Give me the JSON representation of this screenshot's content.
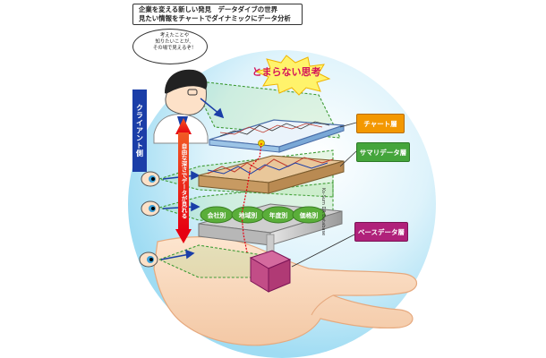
{
  "title": {
    "line1": "企業を変える新しい発見　データダイブの世界",
    "line2": "見たい情報をチャートでダイナミックにデータ分析"
  },
  "thought_bubble": [
    "考えたことや",
    "知りたいことが、",
    "その場で見えるぞ！"
  ],
  "client_side_label": "クライアント側",
  "depth_arrow_label": "自由な深さでデータが見れる",
  "unstoppable_thinking": "とまらない思考",
  "layers": {
    "chart": "チャート層",
    "summary": "サマリデータ層",
    "base": "ベースデータ層"
  },
  "summary_tags": [
    "会社別",
    "地域別",
    "年度別",
    "価格別"
  ],
  "box_side_text": "Ks-Sum DA Database",
  "colors": {
    "chart_layer": "#f39800",
    "summary_layer": "#44a53b",
    "base_layer": "#b0217a",
    "client_label": "#1b3ea8",
    "depth_arrow": "#e83828",
    "thinking_text": "#d4145a",
    "sphere": "#aee3f5"
  }
}
